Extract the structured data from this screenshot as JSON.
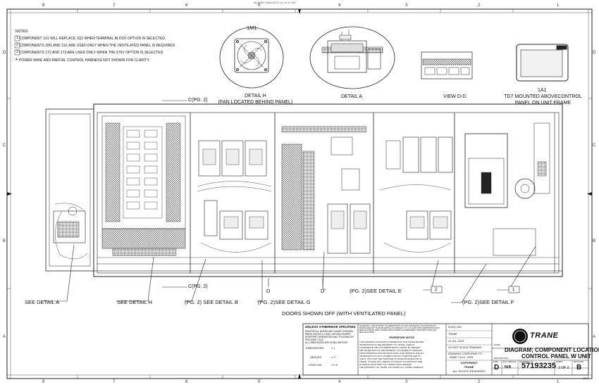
{
  "header_stamp": "ML8488 14Mar2024 14:34:31 AM",
  "border": {
    "top": [
      "8",
      "7",
      "6",
      "5",
      "4",
      "3",
      "2",
      "1"
    ],
    "side": [
      "D",
      "C",
      "B",
      "A"
    ]
  },
  "notes": {
    "title": "NOTES:",
    "items": [
      "COMPONENT 1X1 WILL REPLACE 1Q1 WHEN TERMINAL BLOCK OPTION IS SELECTED.",
      "COMPONENTS 1M1 AND 1S1 ARE USED ONLY WHEN THE VENTILATED PANEL IS REQUIRED.",
      "COMPONENTS 1T2 AND 1T3 ARE USED ONLY WHEN THE 575V OPTION IS SELECTED.",
      "POWER WIRE AND PARTIAL CONTROL HARNESS NOT SHOWN FOR CLARITY."
    ],
    "numbers": [
      "1",
      "2",
      "3",
      "4."
    ]
  },
  "details": {
    "fan_tag": "1M1",
    "detail_h": [
      "DETAIL H",
      "(FAN LOCATED BEHIND PANEL)"
    ],
    "detail_a": "DETAIL A",
    "view_dd": "VIEW D-D",
    "td7_tag": "1A1",
    "td7": [
      "TD7 MOUNTED ABOVECONTROL",
      "PANEL ON UNIT FRAME"
    ]
  },
  "callouts": {
    "c_top": "C(PG. 2)",
    "c_bottom": "C(PG. 2)",
    "see_a": "SEE DETAIL  A",
    "see_h": "SEE DETAIL H",
    "see_b": "(PG. 2) SEE DETAIL B",
    "see_g": "(PG. 2)SEE DETAIL G",
    "see_e": "(PG. 2)SEE DETAIL E",
    "see_f": "(PG. 2)SEE DETAIL F",
    "d1": "D",
    "d2": "D",
    "balloon1": "1",
    "balloon2": "2",
    "doors": "DOORS SHOWN OFF (WITH VENTILATED PANEL)"
  },
  "title_block": {
    "unless_title": "UNLESS OTHERWISE SPECIFIED",
    "unless_body": [
      "REMOVE ALL BURRS AND SHARP CORNERS",
      "BREAK EDGES 0.1 MAX. WITHOUT BURRS",
      "INTERPRET DIMENSIONS AND TOLERANCES",
      "PER ASME Y14.5",
      "ALL DIMENSIONS ARE IN MILLIMETERS"
    ],
    "dims": [
      "DIMENSIONS",
      "ANGLES",
      "HOLE DIA"
    ],
    "tol": [
      "± 1",
      "± 1°",
      "± 0.5"
    ],
    "notice_title": "WARNING: THE EXPORT OR REEXPORT OF THIS DRAWING OR A PRODUCT PRODUCED BY THIS DRAWING IS SUBJECT TO U.S. EXPORT ADMINISTRATION REGULATIONS AND OTHER APPLICABLE GOVERNMENT RESTRICTIONS OR REGULATIONS",
    "notice_sub": "PROPRIETARY NOTICE",
    "notice_body": [
      "THIS DRAWING CONTAINS CONFIDENTIAL AND TRADE SECRET",
      "INFORMATION IS THE PROPERTY OF TRANE. USED IN",
      "CONFIDENCE ONLY AS PERMITTED BY TRANE. BY RECEIPT",
      "AND RETENTION OF THE DRAWING YOU AGREE TO REFRAIN",
      "FROM REPRODUCING OR DISCLOSING THE DRAWING AND ALL",
      "INFORMATION TO ANY OTHERS FOR ANY PURPOSE AND TO",
      "USE IT ONLY FOR THE PURPOSE OF DOING BUSINESS WITH",
      "TRANE. IT DOES NOT CREATE ANY RIGHT TO MANUFACTURE",
      "IN WHOLE OR IN PART. ALL COPIES SHALL REMAIN",
      "THE PROPERTY OF TRANE, INCLUDING ALL COPIES THEREOF."
    ],
    "drawn_by": "EVEN YAN",
    "checked": "TRANE",
    "date": "21-JUL-2022",
    "do_not_scale": "DO NOT SCALE DRAWING",
    "conforms": "DRAWING CONFORMS TO",
    "asme": "ASME Y14.5 - 2009",
    "copyright": "COPYRIGHT",
    "trane_small": "TRANE",
    "rights": "ALL RIGHTS RESERVED",
    "logo_text": "TRANE",
    "name_label": "NAME",
    "title": [
      "DIAGRAM; COMPONENT LOCATION",
      "CONTROL PANEL W UNIT"
    ],
    "description_label": "DESCRIPTION",
    "size_label": "SIZE",
    "size": "D",
    "weight_label": "EST WEIGHT",
    "weight": "N/A",
    "dwg_label": "DRAWING NO.",
    "dwg": "57193235",
    "sheet_label": "SHEET",
    "sheet": "1 OF 2",
    "rev_label": "REVISION",
    "rev": "B",
    "corner": "B-1"
  }
}
